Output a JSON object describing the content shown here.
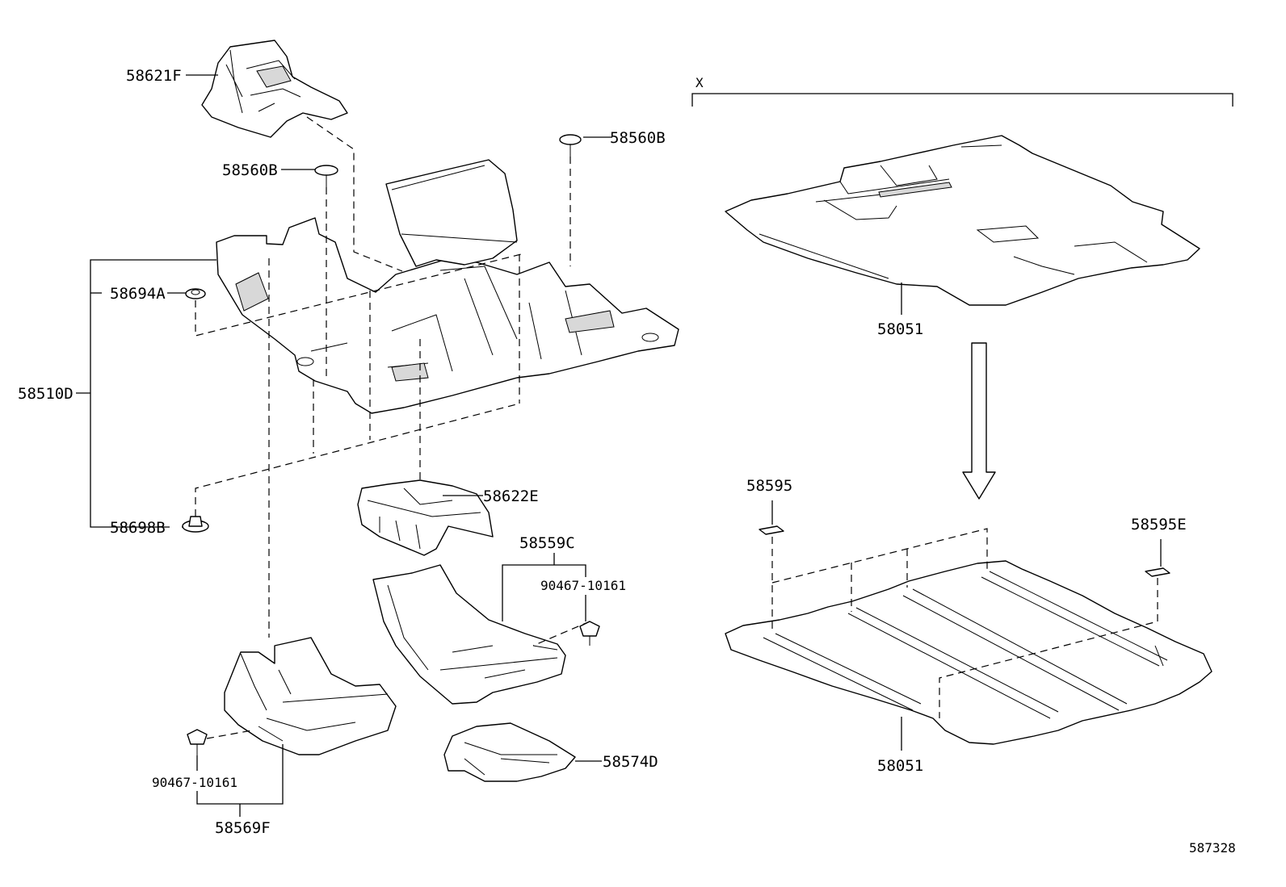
{
  "labels": {
    "p58621F": "58621F",
    "p58560B_left": "58560B",
    "p58560B_right": "58560B",
    "p58694A": "58694A",
    "p58510D": "58510D",
    "p58698B": "58698B",
    "p58622E": "58622E",
    "p58559C": "58559C",
    "p90467_right": "90467-10161",
    "p90467_left": "90467-10161",
    "p58574D": "58574D",
    "p58569F": "58569F",
    "p58051_top": "58051",
    "p58051_bottom": "58051",
    "p58595": "58595",
    "p58595E": "58595E",
    "x_marker": "X",
    "diagram_number": "587328"
  }
}
